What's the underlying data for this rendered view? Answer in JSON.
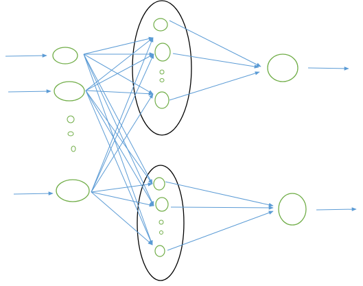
{
  "diagram": {
    "type": "neural-network-schematic",
    "node_color": "#70ad47",
    "arrow_color": "#5b9bd5",
    "group_outline_color": "#000000",
    "background": "#ffffff",
    "layers": [
      {
        "role": "input",
        "visible_nodes": 3,
        "ellipsis_dots": 3
      },
      {
        "role": "hidden-group-1",
        "visible_nodes": 3,
        "ellipsis_dots": 2,
        "enclosed": true
      },
      {
        "role": "hidden-group-2",
        "visible_nodes": 3,
        "ellipsis_dots": 2,
        "enclosed": true
      },
      {
        "role": "output",
        "visible_nodes": 2
      }
    ],
    "external_input_arrows": 3,
    "external_output_arrows": 2
  }
}
